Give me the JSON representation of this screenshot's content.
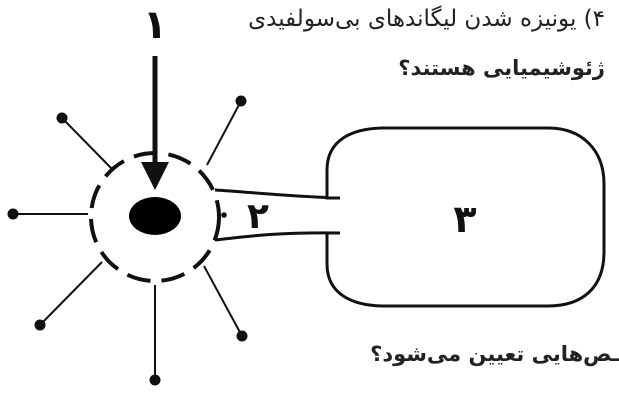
{
  "text": {
    "line1": "۴) یونیزه شدن لیگاندهای بی‌سولفیدی",
    "line2": "ژئوشیمیایی هستند؟",
    "line3": "ـص‌هایی تعیین می‌شود؟"
  },
  "diagram": {
    "labels": {
      "arrow": "۱",
      "channel": "۲",
      "box": "۳"
    }
  }
}
